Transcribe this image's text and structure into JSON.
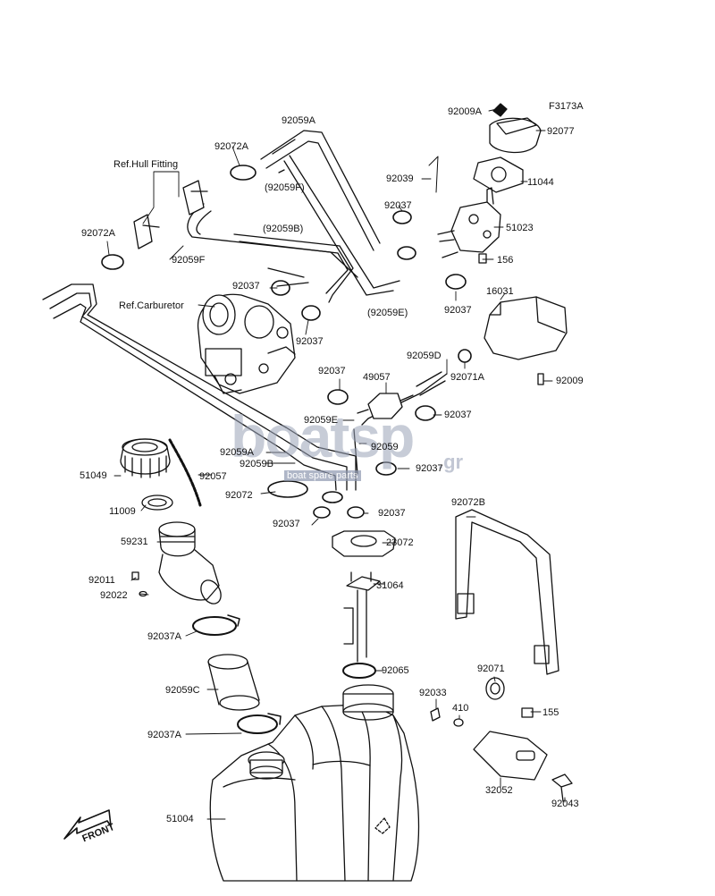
{
  "diagram": {
    "figure_code": "F3173A",
    "front_label": "FRONT",
    "refs": {
      "hull_fitting": "Ref.Hull Fitting",
      "carburetor": "Ref.Carburetor"
    },
    "parts": {
      "p92009A": "92009A",
      "p92077": "92077",
      "p92039": "92039",
      "p11044": "11044",
      "p92037_a": "92037",
      "p51023": "51023",
      "p156": "156",
      "p92037_b": "92037",
      "p16031": "16031",
      "p92009": "92009",
      "p92059A": "92059A",
      "p92059F_paren": "(92059F)",
      "p92072A_top": "92072A",
      "p92072A_left": "92072A",
      "p92059F": "92059F",
      "p92059B_paren": "(92059B)",
      "p92059E_paren": "(92059E)",
      "p92037_c": "92037",
      "p92037_d": "92037",
      "p92037_e": "92037",
      "p49057": "49057",
      "p92059D": "92059D",
      "p92071A": "92071A",
      "p92037_f": "92037",
      "p92059E": "92059E",
      "p92059": "92059",
      "p92059B": "92059B",
      "p92037_g": "92037",
      "p51049": "51049",
      "p92057": "92057",
      "p92072": "92072",
      "p11009": "11009",
      "p92037_h": "92037",
      "p92037_i": "92037",
      "p59231": "59231",
      "p23072": "23072",
      "p92072B": "92072B",
      "p92011": "92011",
      "p92022": "92022",
      "p31064": "31064",
      "p92037A_a": "92037A",
      "p92065": "92065",
      "p92059C": "92059C",
      "p92071": "92071",
      "p92033": "92033",
      "p410": "410",
      "p155": "155",
      "p92037A_b": "92037A",
      "p32052": "32052",
      "p51004": "51004",
      "p92043": "92043"
    }
  },
  "watermark": {
    "brand": "boatsp",
    "suffix": ".gr",
    "tagline": "boat spare parts"
  }
}
